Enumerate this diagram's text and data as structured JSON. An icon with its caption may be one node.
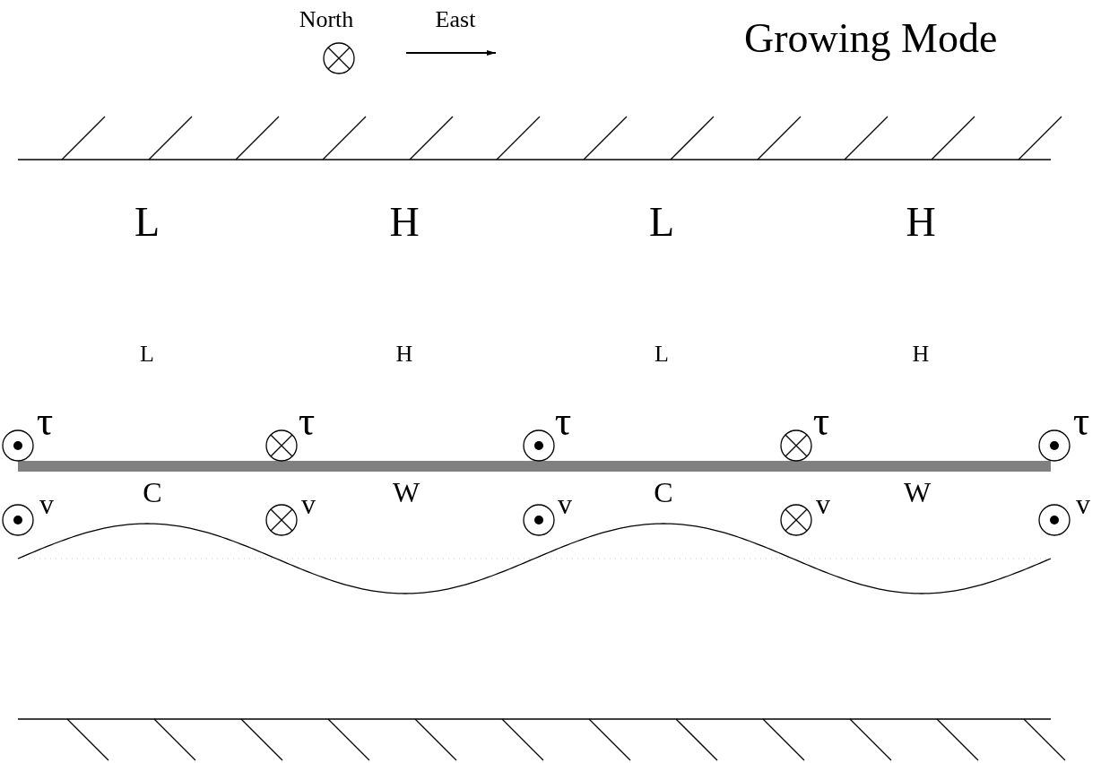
{
  "diagram": {
    "title": "Growing Mode",
    "labels": [
      "North",
      "East",
      "L",
      "H",
      "L",
      "H",
      "L",
      "H",
      "L",
      "H",
      "τ",
      "τ",
      "τ",
      "τ",
      "τ",
      "C",
      "W",
      "C",
      "W",
      "v",
      "v",
      "v",
      "v",
      "v"
    ]
  }
}
